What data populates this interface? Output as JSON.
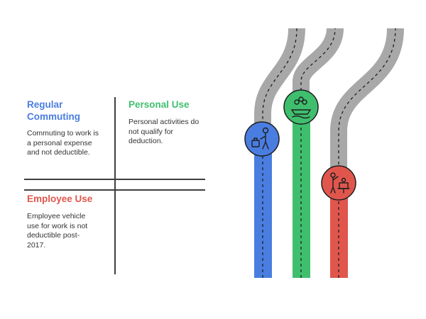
{
  "cards": {
    "regular": {
      "title": "Regular\nCommuting",
      "body": "Commuting to work is a personal expense and not deductible.",
      "color": "#4a7de0"
    },
    "personal": {
      "title": "Personal Use",
      "body": "Personal activities do not qualify for deduction.",
      "color": "#3fbf6e"
    },
    "employee": {
      "title": "Employee Use",
      "body": "Employee vehicle use for work is not deductible post-2017.",
      "color": "#e0564d"
    }
  },
  "roads": [
    {
      "name": "regular-road",
      "color": "#4a7de0",
      "icon": "traveler-with-luggage-icon"
    },
    {
      "name": "personal-road",
      "color": "#3fbf6e",
      "icon": "family-in-boat-icon"
    },
    {
      "name": "employee-road",
      "color": "#e0564d",
      "icon": "presenter-at-desk-icon"
    }
  ]
}
